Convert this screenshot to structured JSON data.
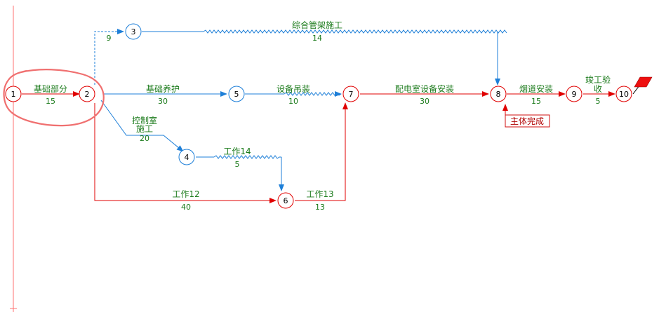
{
  "colors": {
    "critical": "#e00000",
    "normal": "#1e7fd8",
    "label": "#1a7a1a",
    "node_text": "#000000",
    "timeline": "#ff7070",
    "annotation": "#d01010"
  },
  "nodes": [
    {
      "id": "1",
      "label": "1",
      "critical": true
    },
    {
      "id": "2",
      "label": "2",
      "critical": true
    },
    {
      "id": "3",
      "label": "3",
      "critical": false
    },
    {
      "id": "4",
      "label": "4",
      "critical": false
    },
    {
      "id": "5",
      "label": "5",
      "critical": false
    },
    {
      "id": "6",
      "label": "6",
      "critical": true
    },
    {
      "id": "7",
      "label": "7",
      "critical": true
    },
    {
      "id": "8",
      "label": "8",
      "critical": true
    },
    {
      "id": "9",
      "label": "9",
      "critical": true
    },
    {
      "id": "10",
      "label": "10",
      "critical": true
    }
  ],
  "activities": [
    {
      "id": "a12",
      "name": "基础部分",
      "duration": "15"
    },
    {
      "id": "a23",
      "name": "",
      "duration": "9"
    },
    {
      "id": "a38",
      "name": "综合管架施工",
      "duration": "14"
    },
    {
      "id": "a25",
      "name": "基础养护",
      "duration": "30"
    },
    {
      "id": "a57",
      "name": "设备吊装",
      "duration": "10"
    },
    {
      "id": "a78",
      "name": "配电室设备安装",
      "duration": "30"
    },
    {
      "id": "a89",
      "name": "烟道安装",
      "duration": "15"
    },
    {
      "id": "a910",
      "name": "竣工验收",
      "duration": "5"
    },
    {
      "id": "a24",
      "name": "控制室施工",
      "duration": "20"
    },
    {
      "id": "a46",
      "name": "工作14",
      "duration": "5"
    },
    {
      "id": "a26",
      "name": "工作12",
      "duration": "40"
    },
    {
      "id": "a67",
      "name": "工作13",
      "duration": "13"
    }
  ],
  "milestone": {
    "label": "主体完成"
  }
}
